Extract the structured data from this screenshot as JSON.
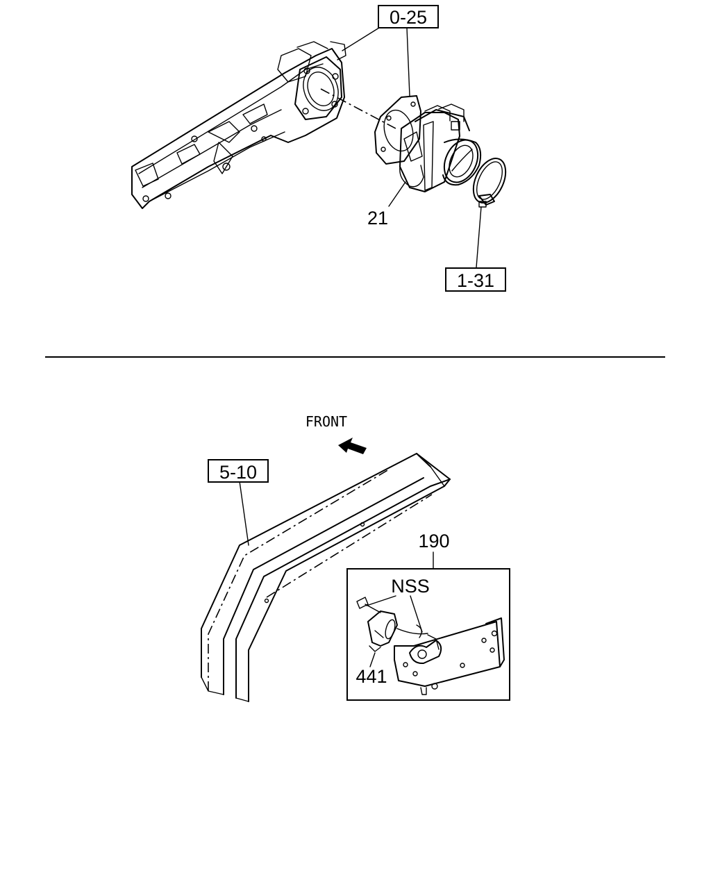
{
  "top_section": {
    "callouts": {
      "ref_intake": "0-25",
      "part_throttle": "21",
      "ref_clamp": "1-31"
    }
  },
  "bottom_section": {
    "direction_label": "FRONT",
    "callouts": {
      "ref_frame": "5-10",
      "part_bracket": "190",
      "nss": "NSS",
      "part_sensor": "441"
    }
  }
}
